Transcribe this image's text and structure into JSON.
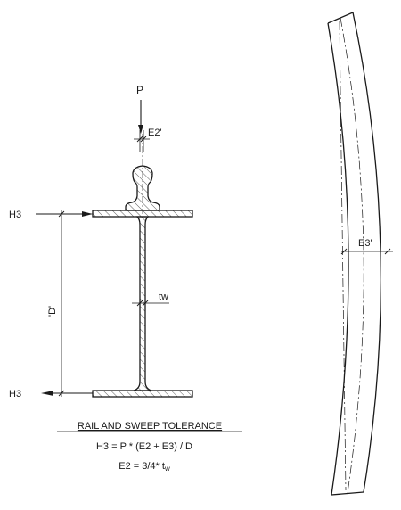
{
  "labels": {
    "load": "P",
    "eccentricity_rail": "E2'",
    "lateral_top": "H3",
    "lateral_bottom": "H3",
    "depth": "'D'",
    "web_thickness": "tw",
    "sweep": "E3'"
  },
  "caption": {
    "title": "RAIL AND SWEEP TOLERANCE",
    "formula_h3": "H3 = P * (E2 + E3) / D",
    "formula_e2_prefix": "E2 = 3/4* t",
    "formula_e2_sub": "w"
  }
}
